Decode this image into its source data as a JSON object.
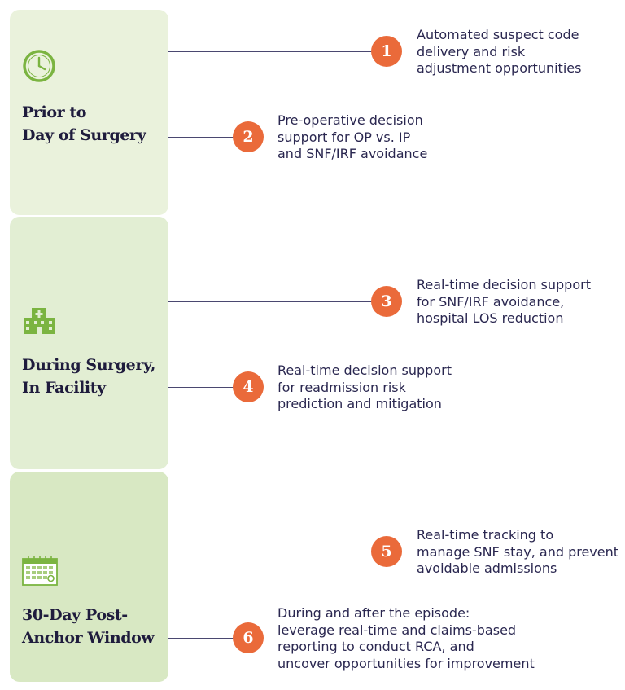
{
  "colors": {
    "phase1_bg": "#eaf2dc",
    "phase2_bg": "#e2eed3",
    "phase3_bg": "#d8e8c3",
    "accent_green": "#7bb441",
    "badge_orange": "#ea6a3a",
    "text_navy": "#1f1c3d"
  },
  "phases": [
    {
      "title": "Prior to\nDay of Surgery",
      "icon": "clock-icon"
    },
    {
      "title": "During Surgery,\nIn Facility",
      "icon": "hospital-building-icon"
    },
    {
      "title": "30-Day Post-\nAnchor Window",
      "icon": "calendar-icon"
    }
  ],
  "steps": [
    {
      "number": "1",
      "text": "Automated suspect code\ndelivery and risk\nadjustment opportunities"
    },
    {
      "number": "2",
      "text": "Pre-operative decision\nsupport for OP vs. IP\nand SNF/IRF avoidance"
    },
    {
      "number": "3",
      "text": "Real-time decision support\nfor SNF/IRF avoidance,\nhospital LOS reduction"
    },
    {
      "number": "4",
      "text": "Real-time decision support\nfor readmission risk\nprediction and mitigation"
    },
    {
      "number": "5",
      "text": "Real-time tracking to\nmanage SNF stay, and prevent\navoidable admissions"
    },
    {
      "number": "6",
      "text": "During and after the episode:\nleverage real-time and claims-based\nreporting to conduct RCA, and\nuncover opportunities for improvement"
    }
  ]
}
